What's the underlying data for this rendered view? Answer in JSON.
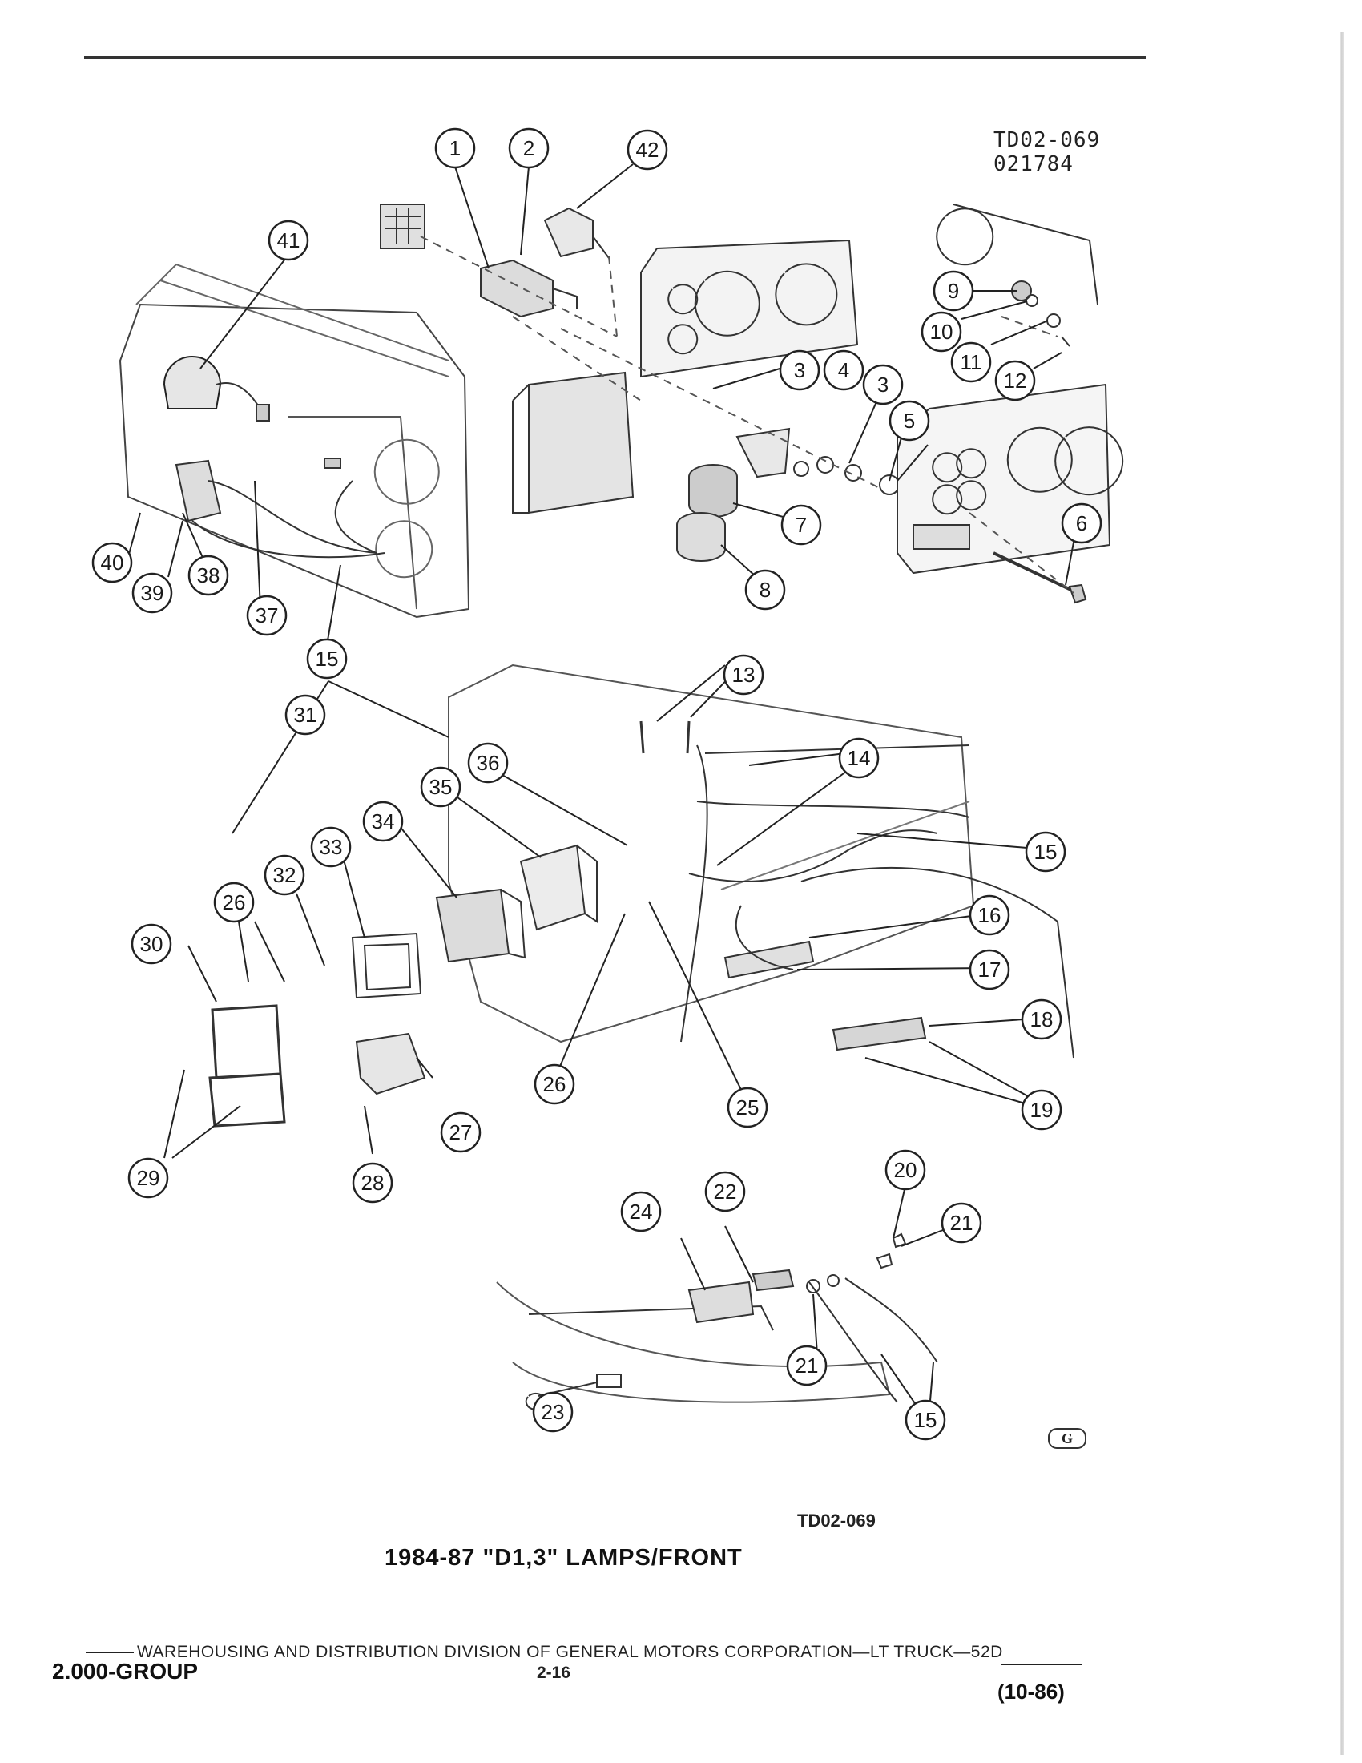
{
  "header": {
    "figure_code": "TD02-069",
    "figure_date": "021784"
  },
  "callouts": [
    "1",
    "2",
    "42",
    "41",
    "9",
    "10",
    "11",
    "12",
    "3",
    "4",
    "3",
    "5",
    "7",
    "6",
    "8",
    "40",
    "38",
    "39",
    "37",
    "15",
    "13",
    "31",
    "14",
    "36",
    "35",
    "34",
    "33",
    "15",
    "32",
    "26",
    "30",
    "16",
    "17",
    "18",
    "26",
    "25",
    "19",
    "29",
    "27",
    "28",
    "20",
    "21",
    "24",
    "22",
    "21",
    "23",
    "15"
  ],
  "caption": {
    "figure_code": "TD02-069",
    "title": "1984-87 \"D1,3\" LAMPS/FRONT"
  },
  "logo": "G",
  "footer": {
    "line": "WAREHOUSING AND DISTRIBUTION DIVISION OF GENERAL MOTORS CORPORATION—LT TRUCK—52D",
    "group": "2.000-GROUP",
    "page": "2-16",
    "revision": "(10-86)"
  }
}
